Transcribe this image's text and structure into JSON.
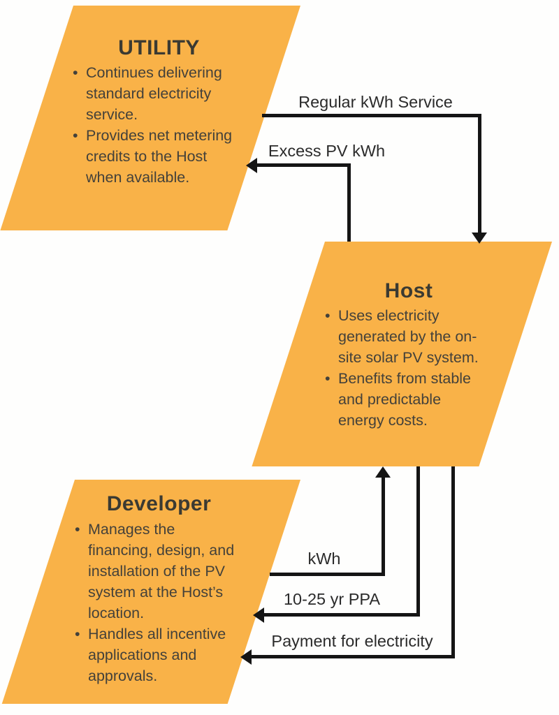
{
  "colors": {
    "shape_fill": "#F9B248",
    "arrow": "#151515",
    "title_text": "#3B3A32",
    "body_text": "#44413A",
    "label_text": "#2B2B2B",
    "background": "#FFFFFF"
  },
  "nodes": {
    "utility": {
      "title": "UTILITY",
      "bullets": [
        "Continues delivering standard electricity service.",
        "Provides net metering credits to the Host when available."
      ]
    },
    "host": {
      "title": "Host",
      "bullets": [
        "Uses electricity generated by the on-site solar PV system.",
        "Benefits from stable and predictable energy costs."
      ]
    },
    "developer": {
      "title": "Developer",
      "bullets": [
        "Manages the financing, design, and installation of the PV system at the Host’s location.",
        "Handles all incentive applications and approvals."
      ]
    }
  },
  "flows": {
    "regular_kwh_service": {
      "label": "Regular kWh Service",
      "from": "UTILITY",
      "to": "Host"
    },
    "excess_pv_kwh": {
      "label": "Excess PV kWh",
      "from": "Host",
      "to": "UTILITY"
    },
    "kwh": {
      "label": "kWh",
      "from": "Developer",
      "to": "Host"
    },
    "ppa": {
      "label": "10-25 yr PPA",
      "from": "Host",
      "to": "Developer"
    },
    "payment": {
      "label": "Payment for electricity",
      "from": "Host",
      "to": "Developer"
    }
  }
}
